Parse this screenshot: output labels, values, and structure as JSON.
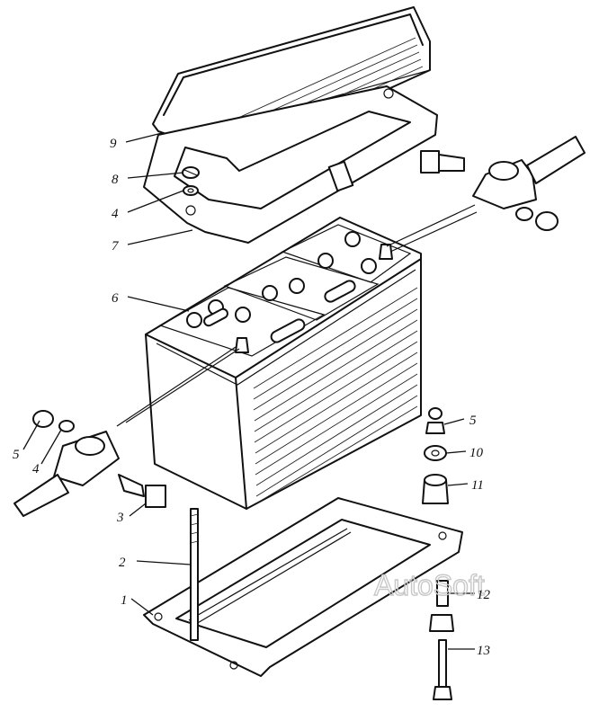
{
  "labels": {
    "l9": "9",
    "l8": "8",
    "l4a": "4",
    "l7": "7",
    "l6": "6",
    "l5a": "5",
    "l4b": "4",
    "l3": "3",
    "l2": "2",
    "l1": "1",
    "l5b": "5",
    "l10": "10",
    "l11": "11",
    "l12": "12",
    "l13": "13"
  },
  "watermark": "AutoSoft"
}
